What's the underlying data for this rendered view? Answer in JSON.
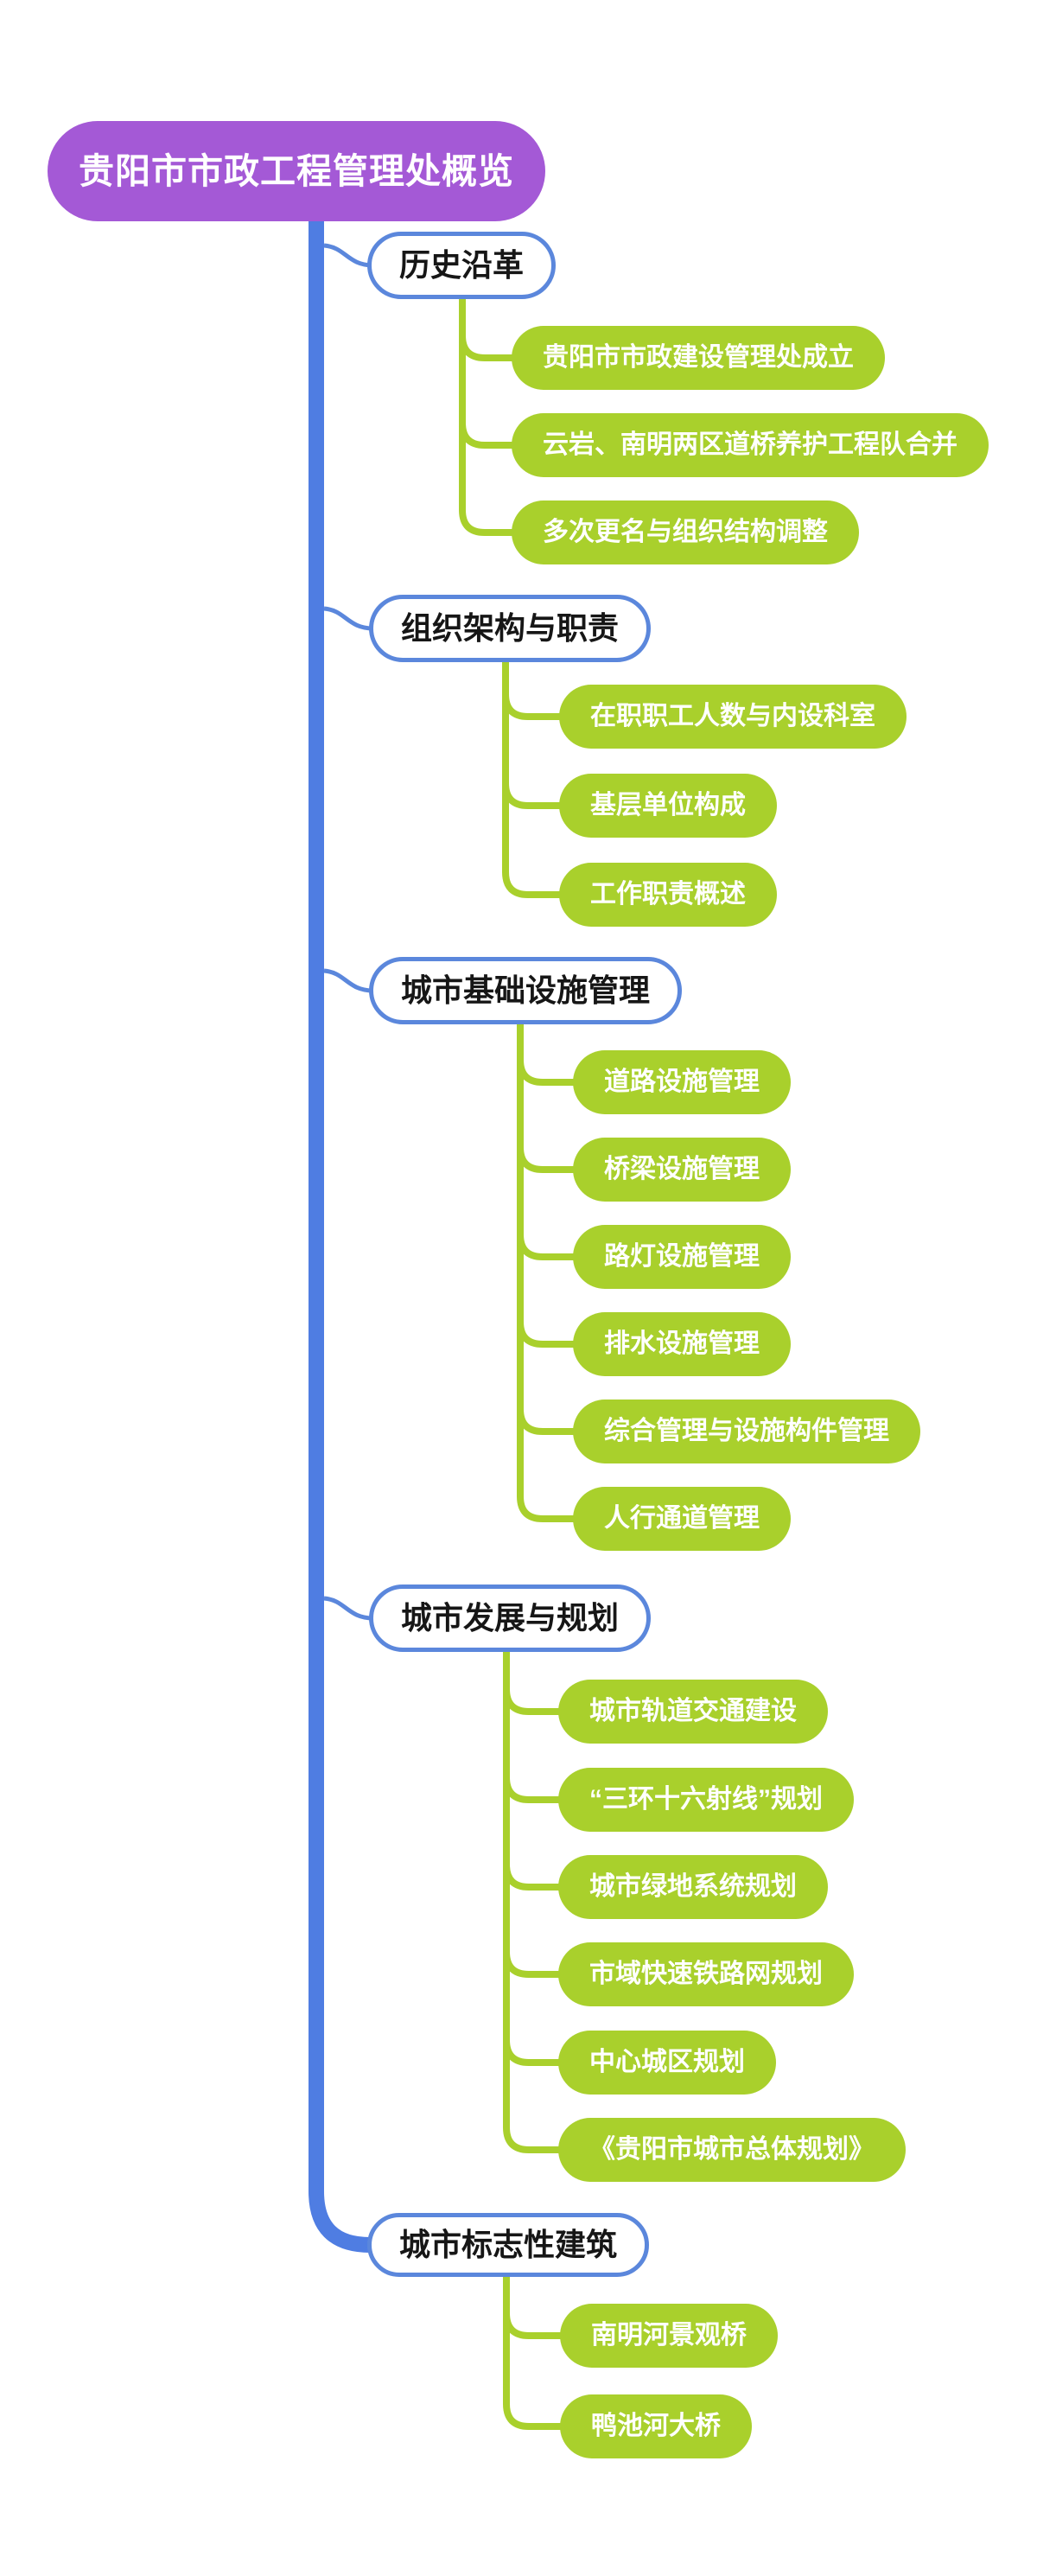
{
  "root": {
    "label": "贵阳市市政工程管理处概览"
  },
  "colors": {
    "background": "#FFFFFF",
    "root_fill": "#A459D6",
    "root_text": "#FFFFFF",
    "trunk_blue": "#4F7DE2",
    "topic_border": "#5B87DC",
    "topic_fill": "#FFFFFF",
    "topic_text": "#161616",
    "child_fill": "#A9D02C",
    "child_text": "#FFFFFF"
  },
  "branches": [
    {
      "label": "历史沿革",
      "children": [
        "贵阳市市政建设管理处成立",
        "云岩、南明两区道桥养护工程队合并",
        "多次更名与组织结构调整"
      ]
    },
    {
      "label": "组织架构与职责",
      "children": [
        "在职职工人数与内设科室",
        "基层单位构成",
        "工作职责概述"
      ]
    },
    {
      "label": "城市基础设施管理",
      "children": [
        "道路设施管理",
        "桥梁设施管理",
        "路灯设施管理",
        "排水设施管理",
        "综合管理与设施构件管理",
        "人行通道管理"
      ]
    },
    {
      "label": "城市发展与规划",
      "children": [
        "城市轨道交通建设",
        "“三环十六射线”规划",
        "城市绿地系统规划",
        "市域快速铁路网规划",
        "中心城区规划",
        "《贵阳市城市总体规划》"
      ]
    },
    {
      "label": "城市标志性建筑",
      "children": [
        "南明河景观桥",
        "鸭池河大桥"
      ]
    }
  ]
}
